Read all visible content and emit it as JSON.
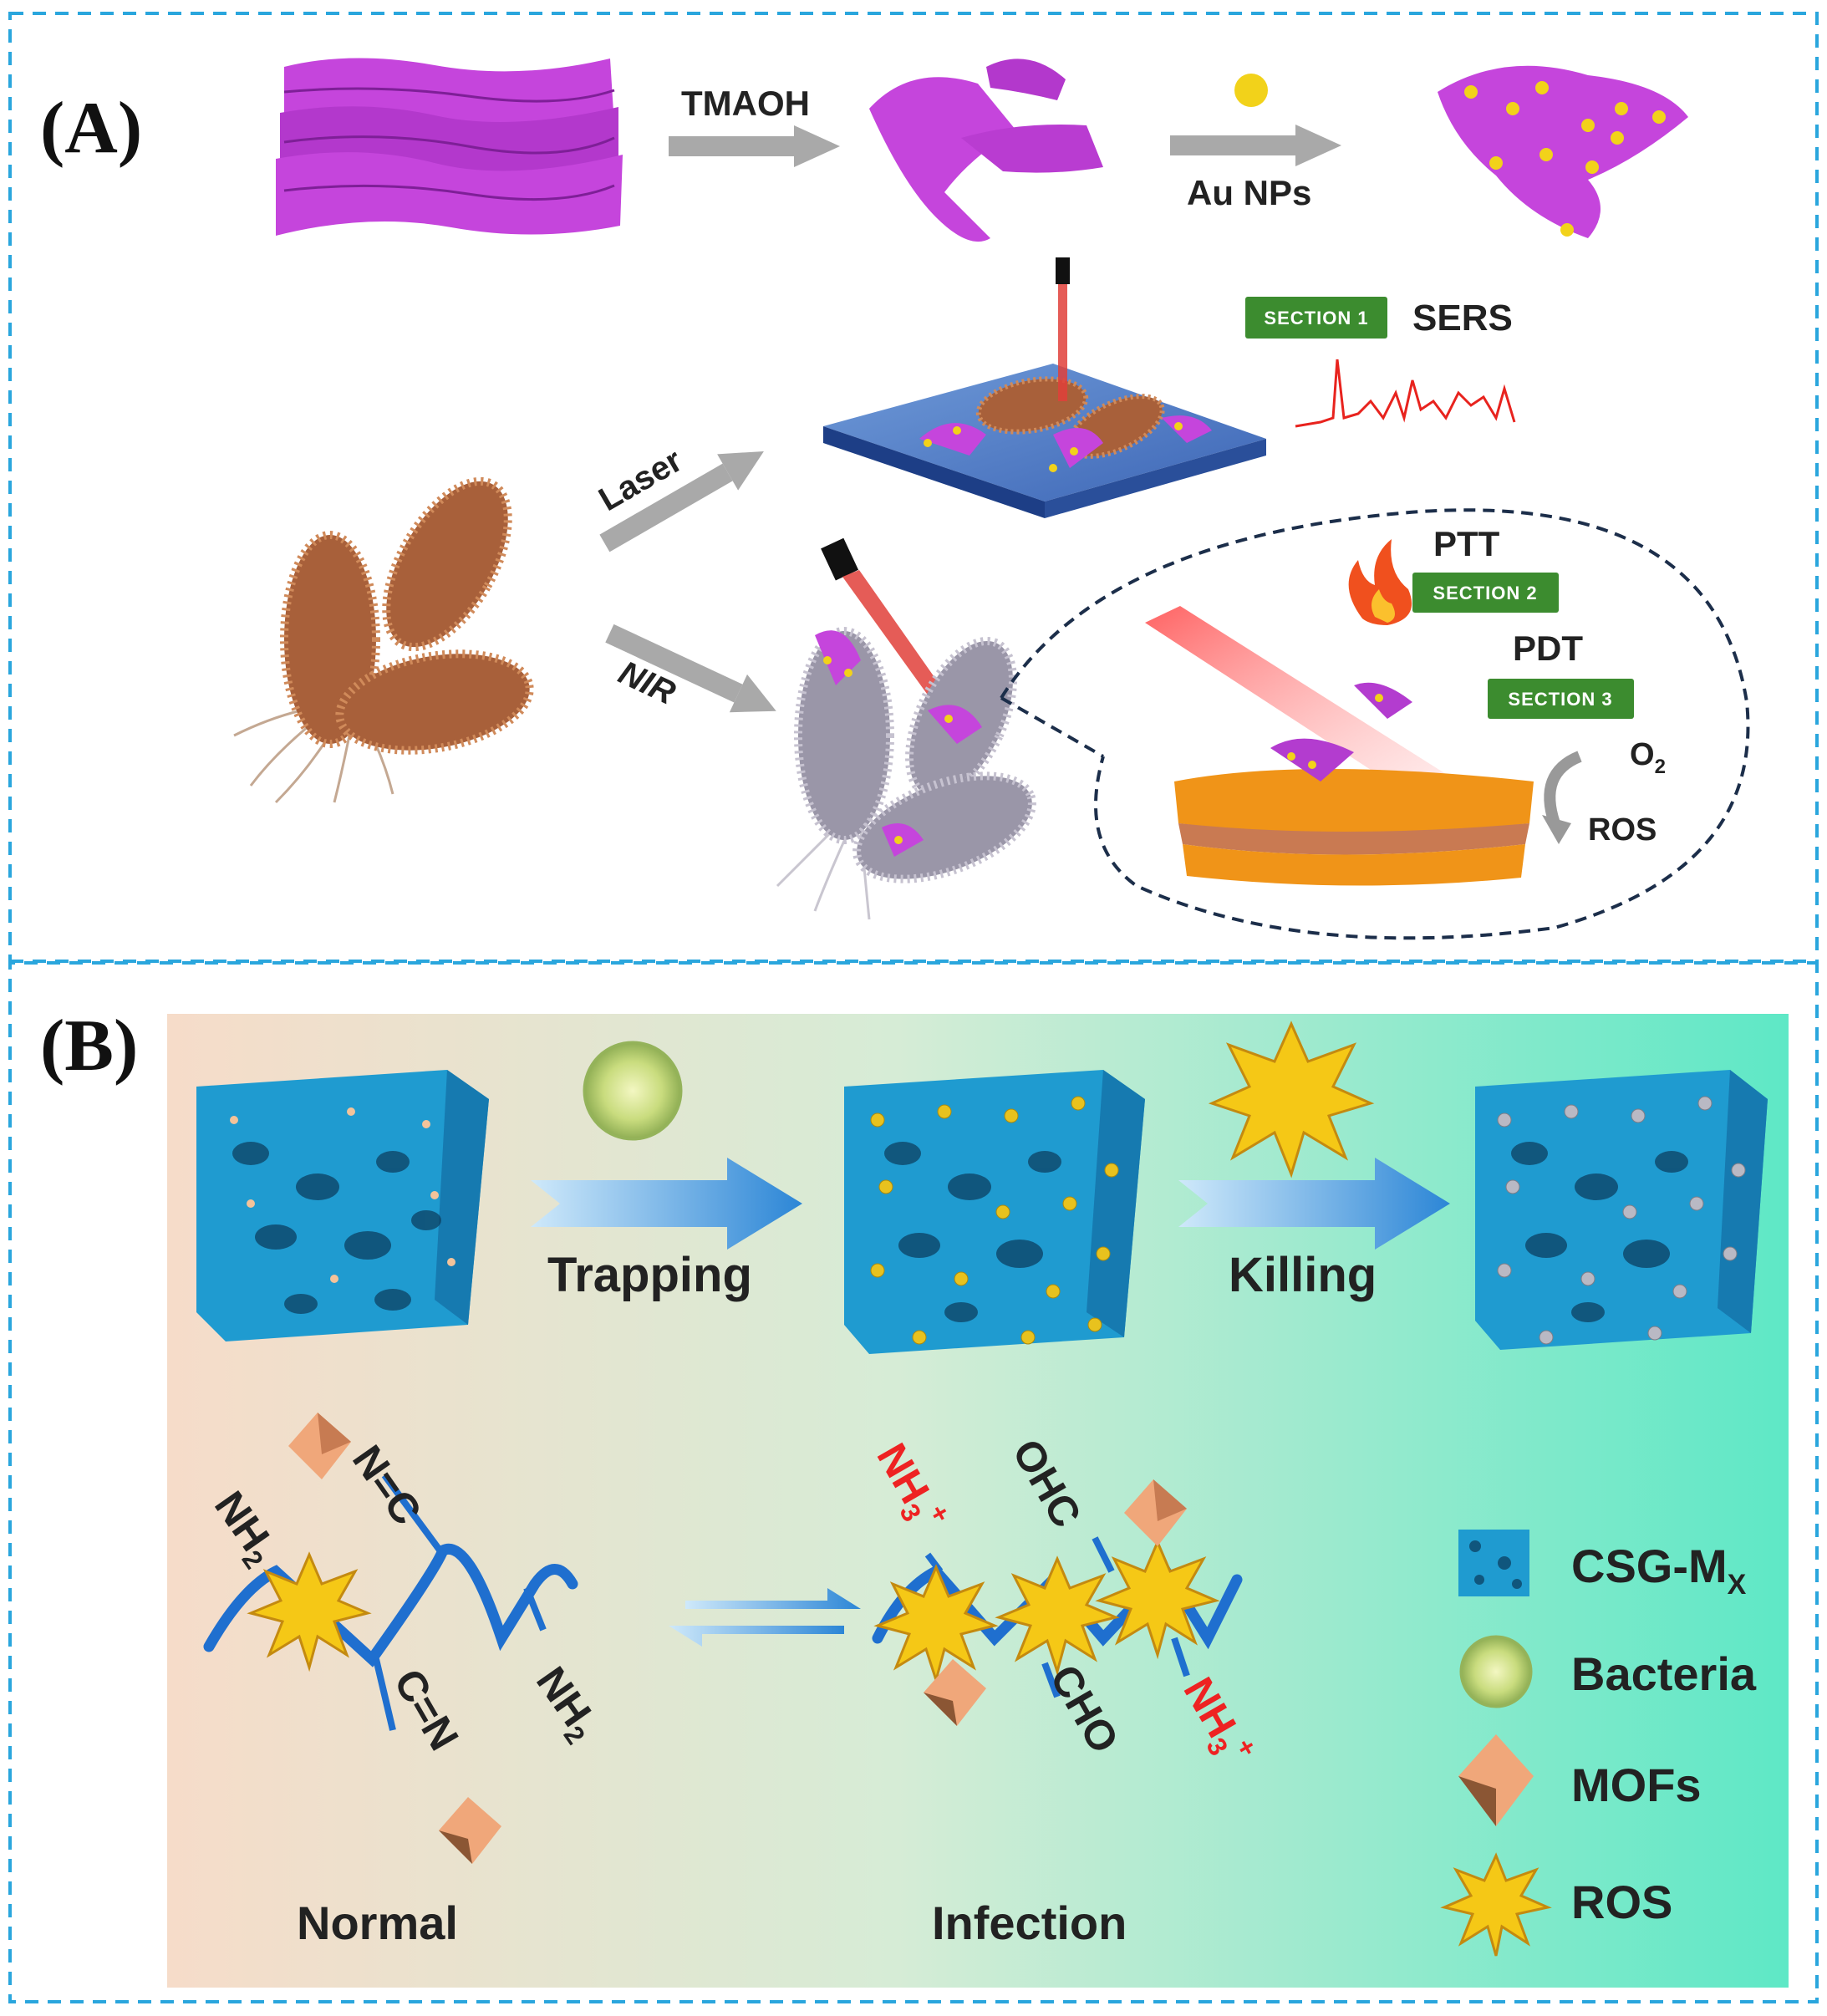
{
  "panel_a": {
    "letter": "(A)",
    "arrow_top_1": "TMAOH",
    "arrow_top_2": "Au NPs",
    "arrow_laser": "Laser",
    "arrow_nir": "NIR",
    "section1_badge": "SECTION 1",
    "section1_name": "SERS",
    "section2_badge": "SECTION 2",
    "section2_name": "PTT",
    "section3_badge": "SECTION 3",
    "section3_name": "PDT",
    "o2": "O",
    "o2_sub": "2",
    "ros": "ROS"
  },
  "panel_b": {
    "letter": "(B)",
    "trapping": "Trapping",
    "killing": "Killing",
    "normal": "Normal",
    "infection": "Infection",
    "nh2_a": "NH",
    "nh2_a_sub": "2",
    "n_eq_c": "N=C",
    "c_eq_n": "C=N",
    "nh2_b": "NH",
    "nh2_b_sub": "2",
    "nh3_a": "NH",
    "nh3_a_sub": "3",
    "nh3_a_sup": "+",
    "ohc": "OHC",
    "cho": "CHO",
    "nh3_b": "NH",
    "nh3_b_sub": "3",
    "nh3_b_sup": "+",
    "legend": {
      "csg": "CSG-M",
      "csg_sub": "X",
      "bacteria": "Bacteria",
      "mofs": "MOFs",
      "ros": "ROS"
    }
  },
  "colors": {
    "border": "#2aa6dd",
    "nanosheet": "#c440d8",
    "gold": "#f2d21a",
    "bacteria": "#a8603a",
    "gray_bacteria": "#9a96a8",
    "badge_green": "#3c8c2f",
    "laser_red": "#e0403a",
    "lipid_orange": "#f09418",
    "foam_blue": "#1f9bd0",
    "mof_peach": "#f0a77a",
    "ros_yellow": "#f5c816",
    "chain_blue": "#1f6fcf",
    "red_text": "#ee2222"
  },
  "icons": [
    "laser-pointer-icon",
    "flame-icon",
    "cycle-arrow-icon",
    "equilibrium-arrow-icon"
  ]
}
